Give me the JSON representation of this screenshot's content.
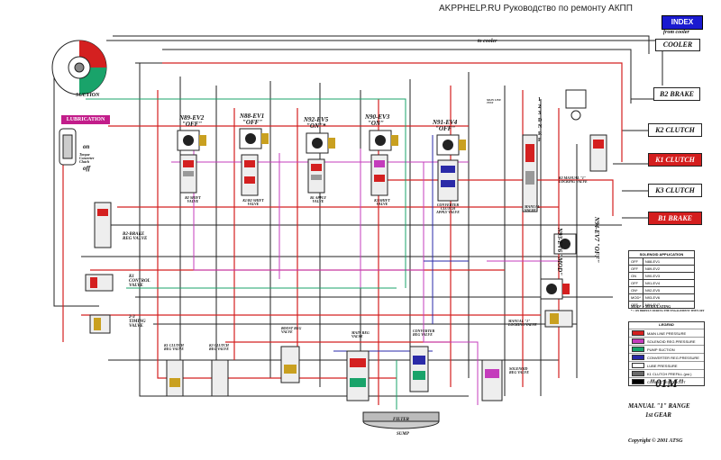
{
  "header": {
    "site": "AKPPHELP.RU Руководство по ремонту АКПП",
    "index_label": "INDEX"
  },
  "cooler": {
    "from_label": "from cooler",
    "box_label": "COOLER",
    "to_label": "to cooler"
  },
  "side_boxes": [
    {
      "label": "B2 BRAKE",
      "style": "plain"
    },
    {
      "label": "K2 CLUTCH",
      "style": "plain"
    },
    {
      "label": "K1 CLUTCH",
      "style": "red"
    },
    {
      "label": "K3 CLUTCH",
      "style": "plain"
    },
    {
      "label": "B1 BRAKE",
      "style": "red"
    }
  ],
  "left": {
    "suction": "SUCTION",
    "lubrication": "LUBRICATION",
    "tcc_on": "on",
    "tcc_caption": "Torque Converter Clutch",
    "tcc_off": "off"
  },
  "solenoids": [
    {
      "name": "N89-EV2",
      "state": "\"OFF\"",
      "valve": "B2 SHIFT VALVE"
    },
    {
      "name": "N88-EV1",
      "state": "\"OFF\"",
      "valve": "K1/B2 SHIFT VALVE"
    },
    {
      "name": "N92-EV5",
      "state": "\"ON\"*",
      "valve": "B1 APPLY VALVE"
    },
    {
      "name": "N90-EV3",
      "state": "\"ON\"",
      "valve": "K3 SHIFT VALVE"
    },
    {
      "name": "N91-EV4",
      "state": "\"OFF\"",
      "valve": "CONVERTER CLUTCH APPLY VALVE"
    }
  ],
  "n93": {
    "name": "N93-EV6",
    "state": "\"MOD\""
  },
  "n94": {
    "name": "N94-EV7",
    "state": "\"OFF\""
  },
  "valves": {
    "b2_brake_reg": "B2-BRAKE REG VALVE",
    "k1_control": "K1 CONTROL VALVE",
    "timing": "2-3 TIMING VALVE",
    "k1_clutch_reg": "K1 CLUTCH REG VALVE",
    "k3_clutch_reg": "K3 CLUTCH REG VALVE",
    "boost": "BOOST REG VALVE",
    "main_reg": "MAIN REG VALVE",
    "converter_reg": "CONVERTER REG VALVE",
    "manual_locking": "MANUAL \"1\" LOCKING VALVE",
    "solenoid_reg": "SOLENOID REG VALVE",
    "manual_valve": "MANUAL VALVE",
    "k3_manual_locking": "K3 MANUAL \"1\" LOCKING VALVE",
    "main_line_test": "MAIN LINE TEST",
    "filter": "FILTER",
    "sump": "SUMP"
  },
  "gear_positions": [
    "1",
    "2",
    "3",
    "D",
    "N",
    "R",
    "P"
  ],
  "solenoid_table": {
    "title": "SOLENOID APPLICATION",
    "rows": [
      [
        "OFF",
        "N88-EV1"
      ],
      [
        "OFF",
        "N89-EV2"
      ],
      [
        "ON",
        "N90-EV3"
      ],
      [
        "OFF",
        "N91-EV4"
      ],
      [
        "ON*",
        "N92-EV5"
      ],
      [
        "MOD*",
        "N93-EV6"
      ],
      [
        "OFF",
        "N94-EV7"
      ]
    ],
    "footnote1": "MOD* = MODULATING",
    "footnote2": "* = ON BRIEFLY DURING THE ENGAGEMENT THEN OFF"
  },
  "legend": {
    "title": "LEGEND",
    "items": [
      {
        "label": "MAIN LINE PRESSURE",
        "color": "#d42020"
      },
      {
        "label": "SOLENOID REG.PRESSURE",
        "color": "#c43cbc"
      },
      {
        "label": "PUMP SUCTION",
        "color": "#19a36a"
      },
      {
        "label": "CONVERTER REG.PRESSURE",
        "color": "#2a2aa8"
      },
      {
        "label": "LUBE PRESSURE",
        "color": "#ffffff"
      },
      {
        "label": "K1 CLUTCH PREFILL (psi.)",
        "color": "#6a6a6a"
      },
      {
        "label": "CONNECTED CIRCUIT",
        "color": "#000000"
      }
    ]
  },
  "footer": {
    "model": "\"01M\"",
    "range_line1": "MANUAL \"1\" RANGE",
    "range_line2": "1st GEAR",
    "copyright": "Copyright © 2001 ATSG"
  },
  "colors": {
    "main": "#d42020",
    "solenoid": "#c43cbc",
    "suction": "#19a36a",
    "converter": "#2a2aa8",
    "line": "#222222"
  }
}
